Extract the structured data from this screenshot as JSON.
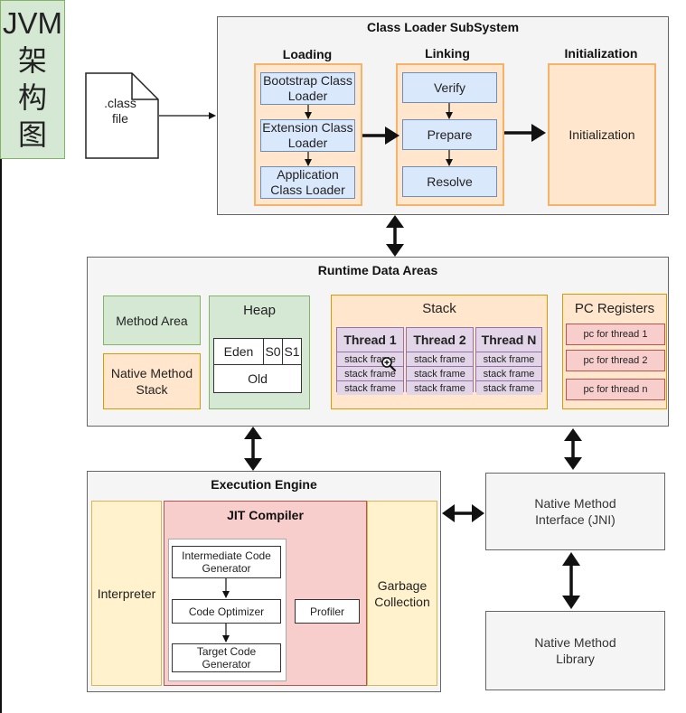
{
  "title": {
    "line1": "JVM",
    "chars": [
      "架",
      "构",
      "图"
    ]
  },
  "class_file": {
    "label": ".class\nfile"
  },
  "class_loader": {
    "title": "Class Loader SubSystem",
    "loading": {
      "title": "Loading",
      "items": [
        "Bootstrap Class Loader",
        "Extension Class Loader",
        "Application Class Loader"
      ]
    },
    "linking": {
      "title": "Linking",
      "items": [
        "Verify",
        "Prepare",
        "Resolve"
      ]
    },
    "initialization": {
      "title": "Initialization",
      "label": "Initialization"
    }
  },
  "runtime": {
    "title": "Runtime Data Areas",
    "method_area": "Method Area",
    "native_stack": "Native Method Stack",
    "heap": {
      "title": "Heap",
      "eden": "Eden",
      "s0": "S0",
      "s1": "S1",
      "old": "Old"
    },
    "stack": {
      "title": "Stack",
      "threads": [
        {
          "name": "Thread 1",
          "frames": [
            "stack frame",
            "stack frame",
            "stack frame"
          ]
        },
        {
          "name": "Thread 2",
          "frames": [
            "stack frame",
            "stack frame",
            "stack frame"
          ]
        },
        {
          "name": "Thread N",
          "frames": [
            "stack frame",
            "stack frame",
            "stack frame"
          ]
        }
      ]
    },
    "pc": {
      "title": "PC Registers",
      "items": [
        "pc for thread 1",
        "pc for thread 2",
        "pc for thread n"
      ]
    }
  },
  "engine": {
    "title": "Execution Engine",
    "interpreter": "Interpreter",
    "jit": {
      "title": "JIT Compiler",
      "items": [
        "Intermediate Code Generator",
        "Code Optimizer",
        "Target Code Generator"
      ],
      "profiler": "Profiler"
    },
    "gc": "Garbage Collection"
  },
  "jni": {
    "label": "Native Method Interface (JNI)"
  },
  "native_lib": {
    "label": "Native Method Library"
  }
}
